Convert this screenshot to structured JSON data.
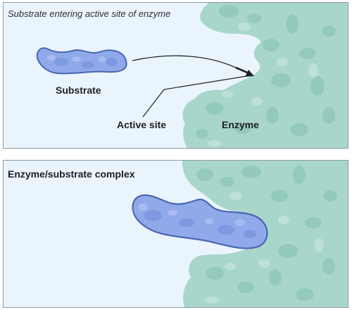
{
  "top_panel": {
    "title": "Substrate entering active site of enzyme",
    "labels": {
      "substrate": "Substrate",
      "active_site": "Active site",
      "enzyme": "Enzyme"
    }
  },
  "bottom_panel": {
    "title": "Enzyme/substrate complex"
  },
  "colors": {
    "panel_background": "#eaf4fd",
    "enzyme_fill": "#a9d6cb",
    "substrate_fill": "#8fa9ea",
    "substrate_outline": "#4a66b0"
  }
}
